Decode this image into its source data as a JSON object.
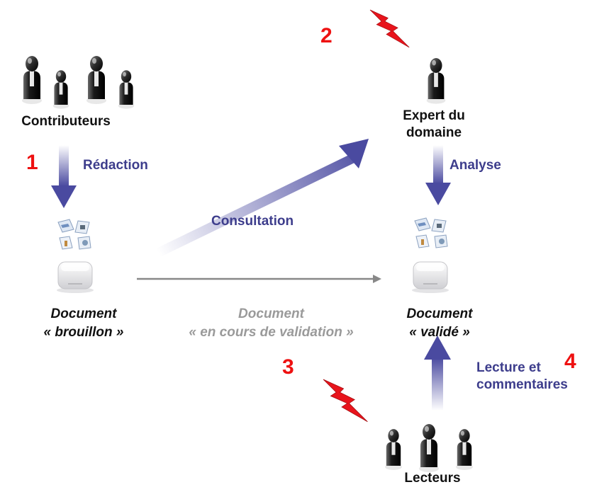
{
  "actors": {
    "contributors": "Contributeurs",
    "expert": [
      "Expert du",
      "domaine"
    ],
    "readers": "Lecteurs"
  },
  "actions": {
    "drafting": "Rédaction",
    "analysis": "Analyse",
    "consultation": "Consultation",
    "reading": [
      "Lecture et",
      "commentaires"
    ]
  },
  "steps": [
    "1",
    "2",
    "3",
    "4"
  ],
  "documents": {
    "draft": [
      "Document",
      "« brouillon »"
    ],
    "in_validation": [
      "Document",
      "« en cours de validation »"
    ],
    "validated": [
      "Document",
      "« validé »"
    ]
  },
  "colors": {
    "arrow_blue": "#4a4aa0",
    "label_blue": "#3d3d8c",
    "step_red": "#ee1111",
    "lightning_red": "#e8141c",
    "grey_text": "#9a9a9a"
  },
  "icons": [
    "person-icon",
    "lightning-icon",
    "document-icons",
    "server-box-icon"
  ]
}
